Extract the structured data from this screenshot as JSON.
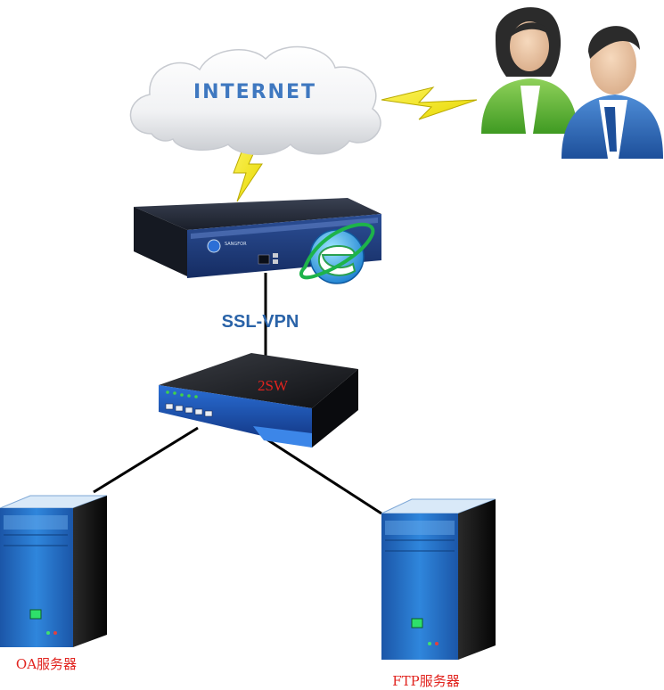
{
  "cloud": {
    "label": "INTERNET"
  },
  "vpn_gateway": {
    "label": "SSL-VPN",
    "brand": "SANGFOR"
  },
  "switch": {
    "label": "2SW"
  },
  "servers": [
    {
      "label": "OA服务器"
    },
    {
      "label": "FTP服务器"
    }
  ],
  "colors": {
    "label_red": "#e1231e",
    "vpn_blue": "#2a63a8",
    "internet_blue": "#3f78c0",
    "lightning_yellow": "#f5e61a",
    "server_blue": "#1e73c8",
    "link_black": "#000000"
  }
}
